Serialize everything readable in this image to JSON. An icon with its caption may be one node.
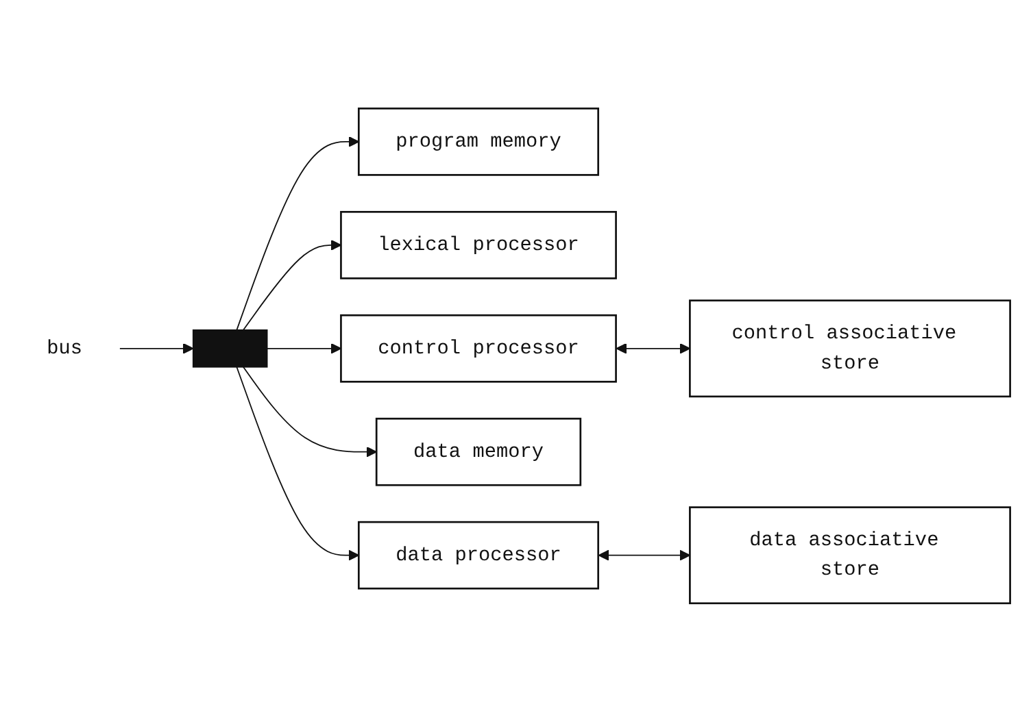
{
  "diagram": {
    "nodes": [
      {
        "text": [
          "program memory"
        ]
      },
      {
        "text": [
          "lexical processor"
        ]
      },
      {
        "text": [
          "bus"
        ]
      },
      {
        "text": [],
        "shape": "bar"
      },
      {
        "text": [
          "control processor"
        ]
      },
      {
        "text": [
          "control associative store"
        ]
      },
      {
        "text": [
          "data memory"
        ]
      },
      {
        "text": [
          "data processor"
        ]
      },
      {
        "text": [
          "data associative store"
        ]
      }
    ],
    "edges": [
      {
        "from": 3,
        "to": 0,
        "arrow": "to"
      },
      {
        "from": 3,
        "to": 1,
        "arrow": "to"
      },
      {
        "from": 2,
        "to": 3,
        "arrow": "to"
      },
      {
        "from": 3,
        "to": 4,
        "arrow": "to"
      },
      {
        "from": 4,
        "to": 5,
        "arrow": "both"
      },
      {
        "from": 3,
        "to": 6,
        "arrow": "to"
      },
      {
        "from": 3,
        "to": 7,
        "arrow": "to"
      },
      {
        "from": 7,
        "to": 8,
        "arrow": "both"
      }
    ]
  }
}
